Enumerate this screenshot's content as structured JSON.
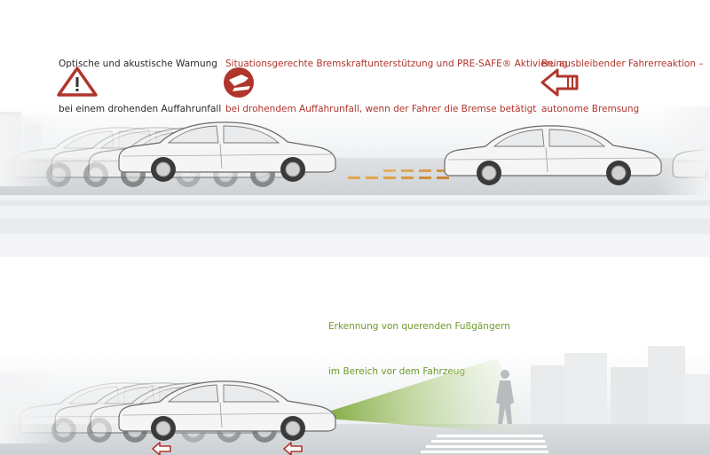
{
  "top": {
    "captions": [
      {
        "line1": "Optische und akustische Warnung",
        "line2": "bei einem drohenden Auffahrunfall"
      },
      {
        "line1": "Situationsgerechte Bremskraftunterstützung und PRE-SAFE® Aktivierung",
        "line2": "bei drohendem Auffahrunfall, wenn der Fahrer die Bremse betätigt"
      },
      {
        "line1": "Bei ausbleibender Fahrerreaktion –",
        "line2": "autonome Bremsung"
      }
    ],
    "icons": [
      "warning-triangle-icon",
      "brake-pedal-icon",
      "arrow-left-icon"
    ]
  },
  "bottom": {
    "caption": {
      "line1": "Erkennung von querenden Fußgängern",
      "line2": "im Bereich vor dem Fahrzeug"
    },
    "icons": [
      "pedestrian-icon",
      "sensor-beam-icon",
      "brake-arrow-icon"
    ]
  },
  "colors": {
    "caption_dark": "#2a2a2a",
    "caption_red": "#b0352c",
    "caption_green": "#6f9a2a",
    "road": "#d6d8db",
    "car_body": "#f4f4f4",
    "car_outline": "#6d6d6d"
  }
}
